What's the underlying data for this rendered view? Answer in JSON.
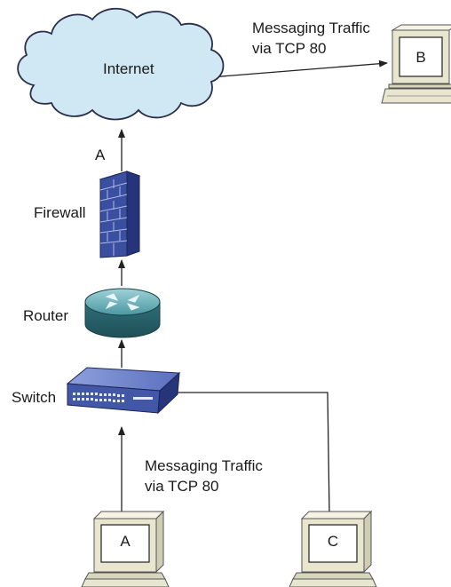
{
  "nodes": {
    "internet": {
      "label": "Internet"
    },
    "firewall": {
      "label": "Firewall"
    },
    "router": {
      "label": "Router"
    },
    "switch": {
      "label": "Switch"
    },
    "computer_a": {
      "label": "A"
    },
    "computer_b": {
      "label": "B"
    },
    "computer_c": {
      "label": "C"
    }
  },
  "links": {
    "internet_link_marker": "A",
    "top_traffic": {
      "line1": "Messaging Traffic",
      "line2": "via TCP 80"
    },
    "bottom_traffic": {
      "line1": "Messaging Traffic",
      "line2": "via TCP 80"
    }
  },
  "colors": {
    "cloud_fill": "#cfe8f3",
    "cloud_stroke": "#2a2f4a",
    "firewall_blue": "#3a4fa0",
    "router_teal": "#3f8a95",
    "switch_blue": "#4257a8",
    "pc_beige": "#e8e6cf",
    "line": "#222222"
  }
}
